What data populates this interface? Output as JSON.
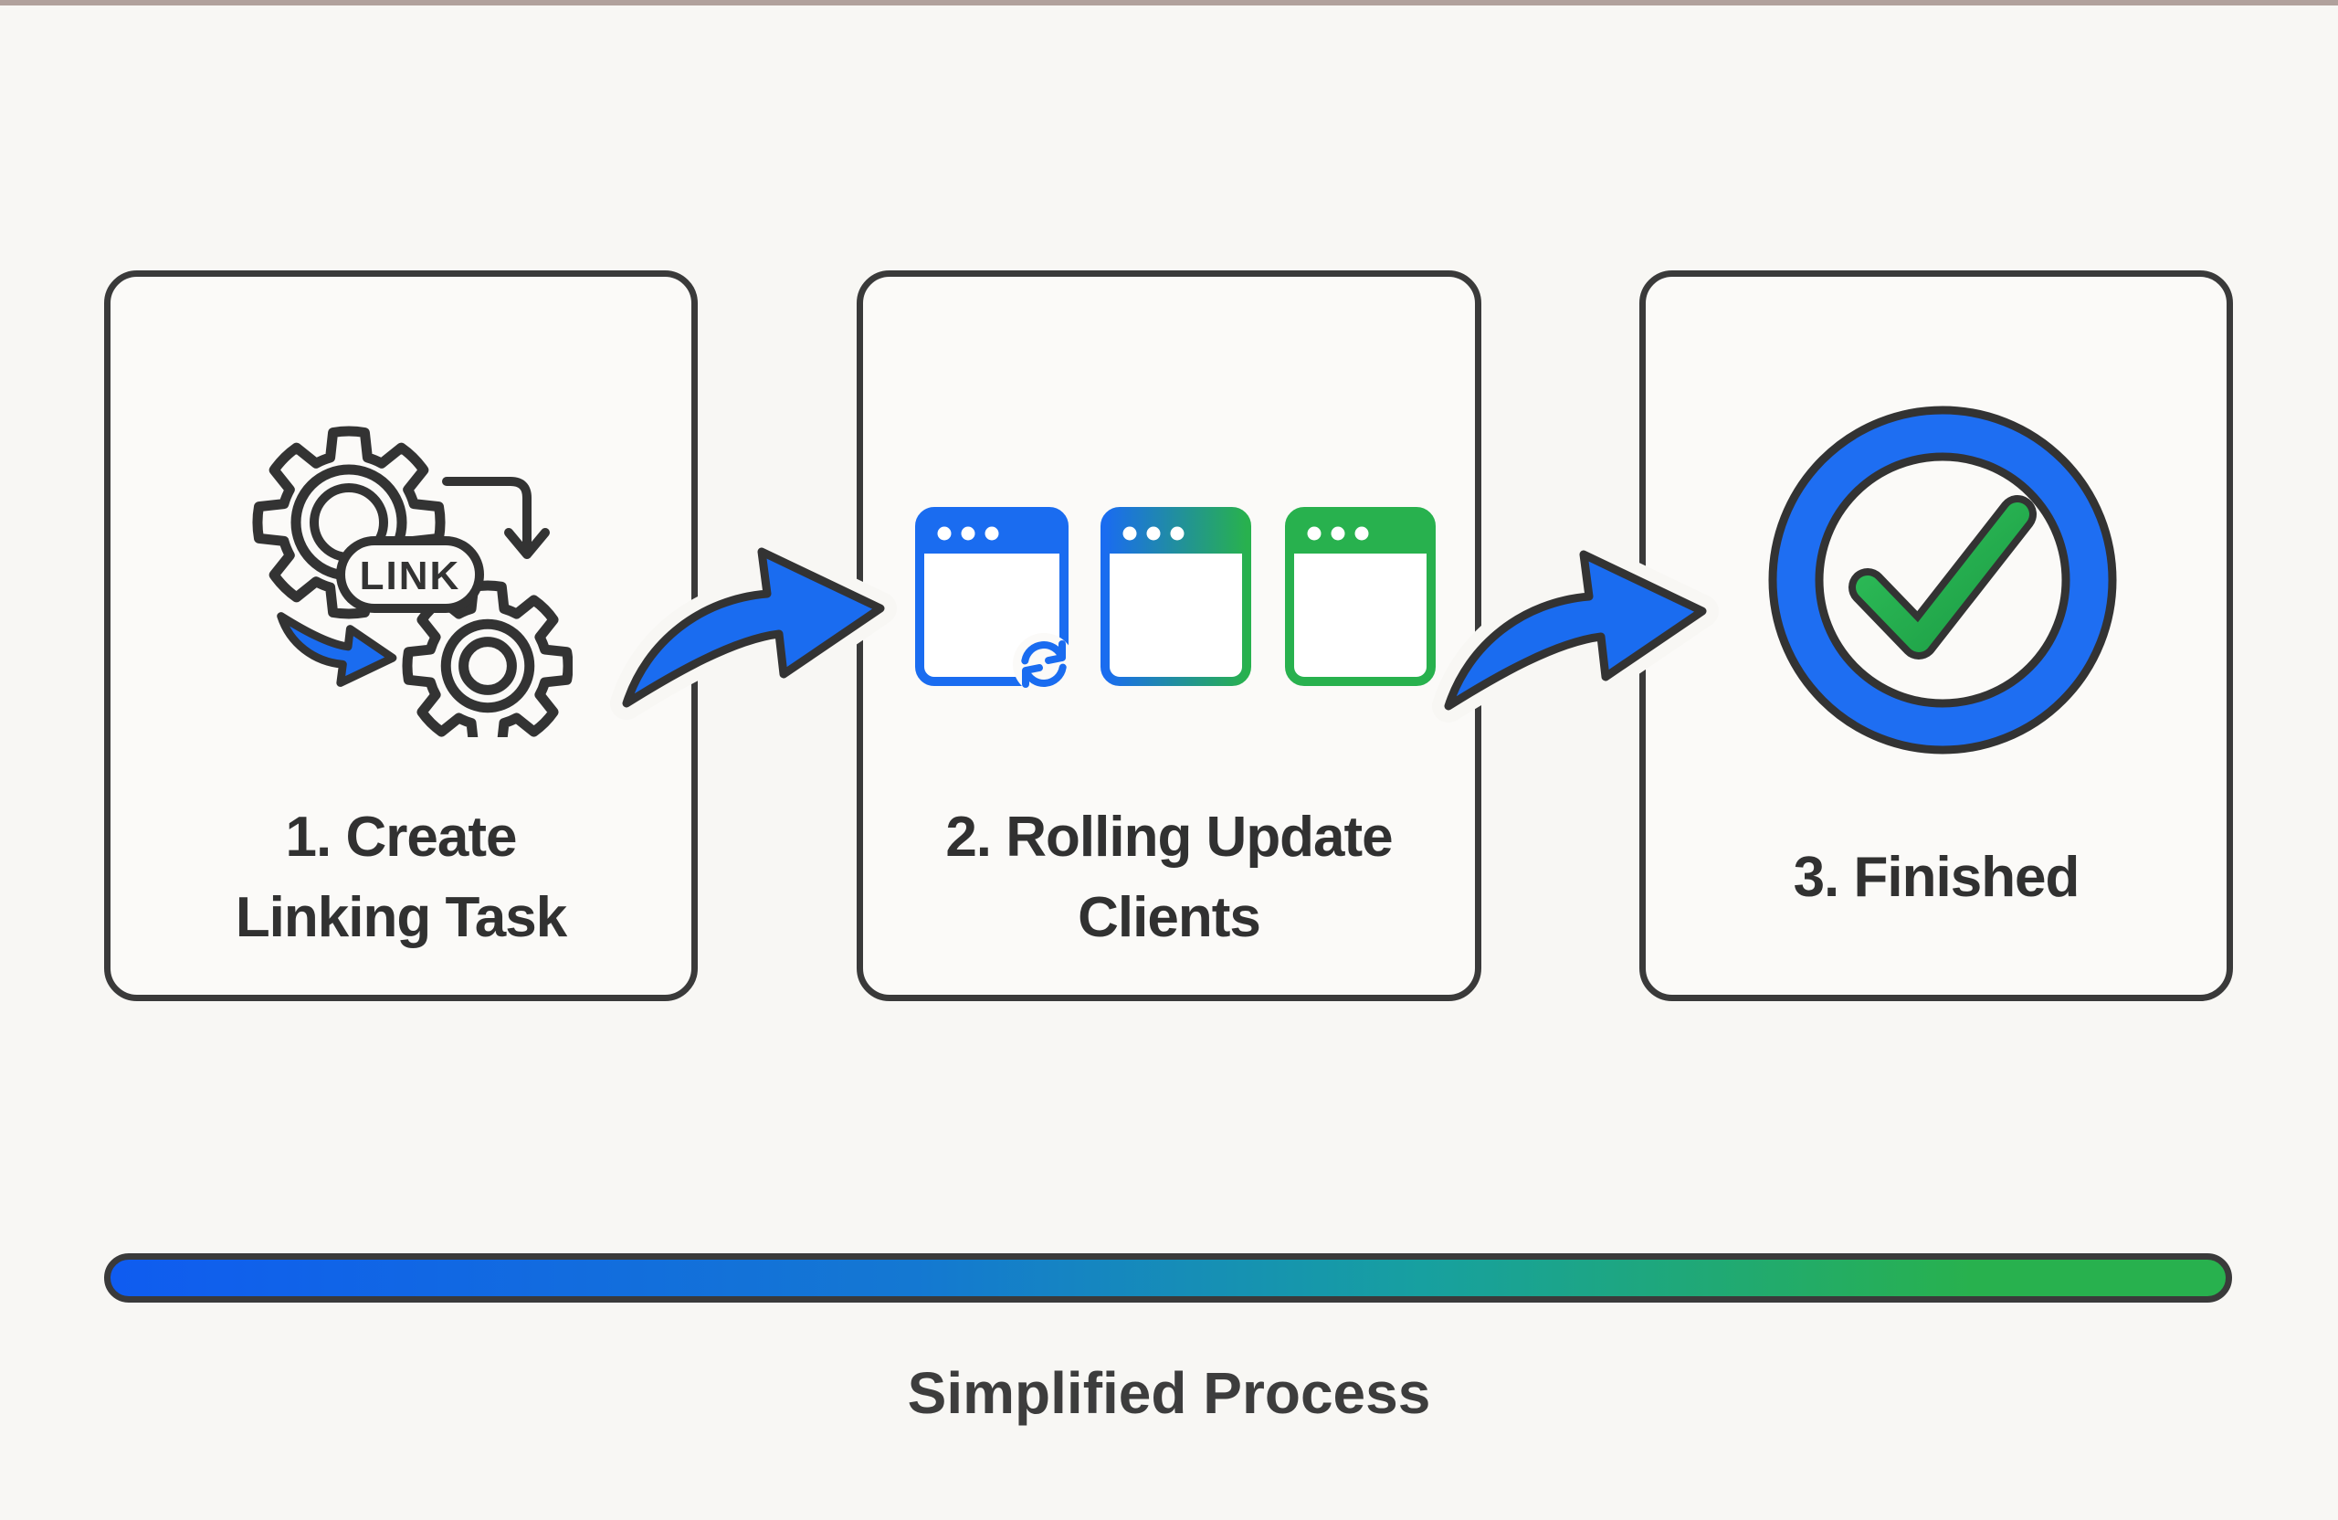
{
  "diagram": {
    "caption": "Simplified Process",
    "link_badge_label": "LINK",
    "steps": [
      {
        "id": 1,
        "icon": "gears-link",
        "lines": [
          "1. Create",
          "Linking Task"
        ]
      },
      {
        "id": 2,
        "icon": "browser-windows-rolling-update",
        "lines": [
          "2. Rolling Update",
          "Clients"
        ]
      },
      {
        "id": 3,
        "icon": "check-circle",
        "lines": [
          "3. Finished"
        ]
      }
    ],
    "colors": {
      "accent_blue": "#1a6cf0",
      "accent_green": "#28b14e",
      "outline_dark": "#3a3a3a",
      "progress_gradient": [
        "#0f5cf0",
        "#17a0a0",
        "#28b14e"
      ]
    }
  }
}
